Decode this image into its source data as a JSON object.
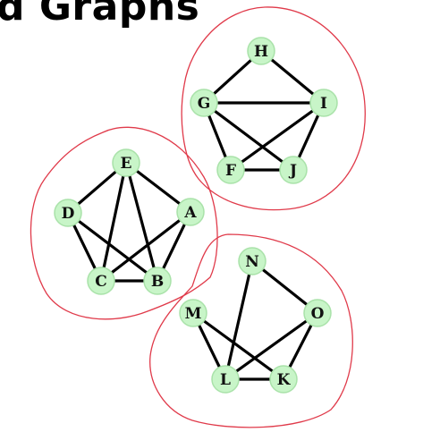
{
  "title": "d Graphs",
  "colors": {
    "node_fill": "#c8f5c8",
    "node_stroke": "#a9e2a9",
    "edge": "#000000",
    "outline": "#e03a4a",
    "background": "#ffffff"
  },
  "nodes": [
    {
      "id": "H",
      "label": "H"
    },
    {
      "id": "G",
      "label": "G"
    },
    {
      "id": "I",
      "label": "I"
    },
    {
      "id": "F",
      "label": "F"
    },
    {
      "id": "J",
      "label": "J"
    },
    {
      "id": "E",
      "label": "E"
    },
    {
      "id": "D",
      "label": "D"
    },
    {
      "id": "A",
      "label": "A"
    },
    {
      "id": "C",
      "label": "C"
    },
    {
      "id": "B",
      "label": "B"
    },
    {
      "id": "N",
      "label": "N"
    },
    {
      "id": "M",
      "label": "M"
    },
    {
      "id": "O",
      "label": "O"
    },
    {
      "id": "L",
      "label": "L"
    },
    {
      "id": "K",
      "label": "K"
    }
  ],
  "edges": [
    [
      "G",
      "H"
    ],
    [
      "H",
      "I"
    ],
    [
      "G",
      "I"
    ],
    [
      "G",
      "F"
    ],
    [
      "G",
      "J"
    ],
    [
      "I",
      "F"
    ],
    [
      "I",
      "J"
    ],
    [
      "F",
      "J"
    ],
    [
      "E",
      "D"
    ],
    [
      "E",
      "A"
    ],
    [
      "E",
      "C"
    ],
    [
      "E",
      "B"
    ],
    [
      "D",
      "B"
    ],
    [
      "D",
      "C"
    ],
    [
      "A",
      "C"
    ],
    [
      "A",
      "B"
    ],
    [
      "C",
      "B"
    ],
    [
      "N",
      "O"
    ],
    [
      "N",
      "L"
    ],
    [
      "M",
      "L"
    ],
    [
      "M",
      "K"
    ],
    [
      "O",
      "L"
    ],
    [
      "O",
      "K"
    ],
    [
      "L",
      "K"
    ]
  ],
  "groups": [
    {
      "id": "group-1",
      "members": [
        "H",
        "G",
        "I",
        "F",
        "J"
      ]
    },
    {
      "id": "group-2",
      "members": [
        "E",
        "D",
        "A",
        "C",
        "B"
      ]
    },
    {
      "id": "group-3",
      "members": [
        "N",
        "M",
        "O",
        "L",
        "K"
      ]
    }
  ]
}
